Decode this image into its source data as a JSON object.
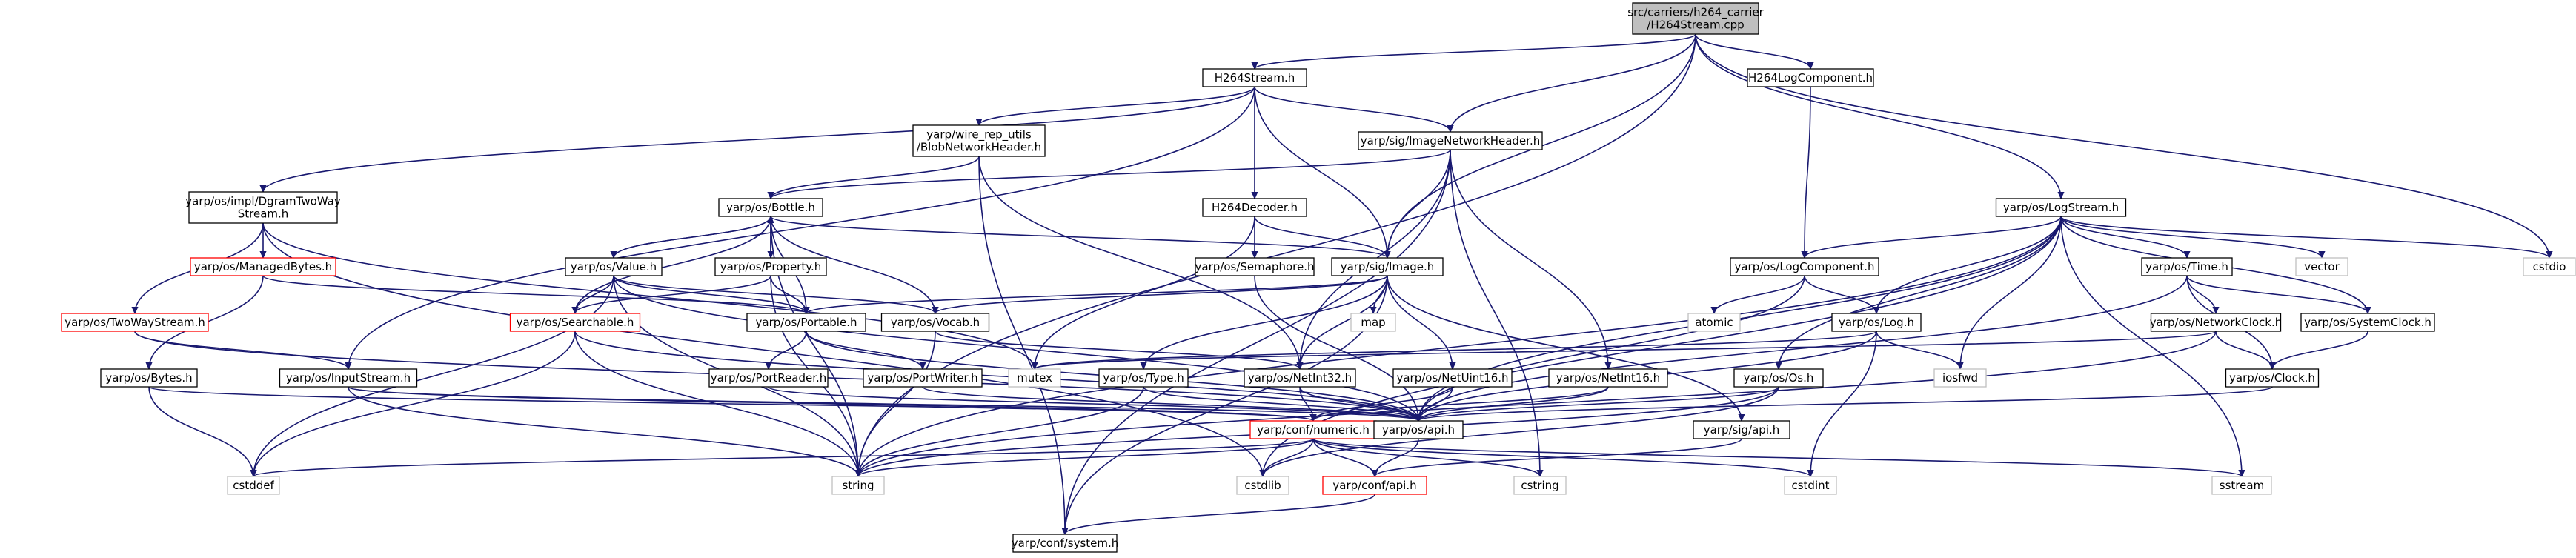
{
  "diagram": {
    "colors": {
      "edge": "#191970",
      "node_border": "#000000",
      "node_border_incomplete": "#ff0000",
      "node_border_external": "#bfbfbf",
      "root_fill": "#bfbfbf",
      "node_fill": "#ffffff",
      "text": "#000000"
    },
    "nodes": [
      {
        "id": "root",
        "lines": [
          "src/carriers/h264_carrier",
          "/H264Stream.cpp"
        ],
        "kind": "root"
      },
      {
        "id": "h264stream",
        "lines": [
          "H264Stream.h"
        ],
        "kind": "normal"
      },
      {
        "id": "h264logcomp",
        "lines": [
          "H264LogComponent.h"
        ],
        "kind": "normal"
      },
      {
        "id": "blobnet",
        "lines": [
          "yarp/wire_rep_utils",
          "/BlobNetworkHeader.h"
        ],
        "kind": "normal"
      },
      {
        "id": "imgnet",
        "lines": [
          "yarp/sig/ImageNetworkHeader.h"
        ],
        "kind": "normal"
      },
      {
        "id": "dgram",
        "lines": [
          "yarp/os/impl/DgramTwoWay",
          "Stream.h"
        ],
        "kind": "normal"
      },
      {
        "id": "bottle",
        "lines": [
          "yarp/os/Bottle.h"
        ],
        "kind": "normal"
      },
      {
        "id": "h264dec",
        "lines": [
          "H264Decoder.h"
        ],
        "kind": "normal"
      },
      {
        "id": "logstream",
        "lines": [
          "yarp/os/LogStream.h"
        ],
        "kind": "normal"
      },
      {
        "id": "cstdio",
        "lines": [
          "cstdio"
        ],
        "kind": "external"
      },
      {
        "id": "managed",
        "lines": [
          "yarp/os/ManagedBytes.h"
        ],
        "kind": "incomplete"
      },
      {
        "id": "value",
        "lines": [
          "yarp/os/Value.h"
        ],
        "kind": "normal"
      },
      {
        "id": "property",
        "lines": [
          "yarp/os/Property.h"
        ],
        "kind": "normal"
      },
      {
        "id": "semaphore",
        "lines": [
          "yarp/os/Semaphore.h"
        ],
        "kind": "normal"
      },
      {
        "id": "image",
        "lines": [
          "yarp/sig/Image.h"
        ],
        "kind": "normal"
      },
      {
        "id": "logcomp",
        "lines": [
          "yarp/os/LogComponent.h"
        ],
        "kind": "normal"
      },
      {
        "id": "time",
        "lines": [
          "yarp/os/Time.h"
        ],
        "kind": "normal"
      },
      {
        "id": "vector",
        "lines": [
          "vector"
        ],
        "kind": "external"
      },
      {
        "id": "twoway",
        "lines": [
          "yarp/os/TwoWayStream.h"
        ],
        "kind": "incomplete"
      },
      {
        "id": "searchable",
        "lines": [
          "yarp/os/Searchable.h"
        ],
        "kind": "incomplete"
      },
      {
        "id": "portable",
        "lines": [
          "yarp/os/Portable.h"
        ],
        "kind": "normal"
      },
      {
        "id": "vocab",
        "lines": [
          "yarp/os/Vocab.h"
        ],
        "kind": "normal"
      },
      {
        "id": "map",
        "lines": [
          "map"
        ],
        "kind": "external"
      },
      {
        "id": "atomic",
        "lines": [
          "atomic"
        ],
        "kind": "external"
      },
      {
        "id": "log",
        "lines": [
          "yarp/os/Log.h"
        ],
        "kind": "normal"
      },
      {
        "id": "netclock",
        "lines": [
          "yarp/os/NetworkClock.h"
        ],
        "kind": "normal"
      },
      {
        "id": "sysclock",
        "lines": [
          "yarp/os/SystemClock.h"
        ],
        "kind": "normal"
      },
      {
        "id": "bytes",
        "lines": [
          "yarp/os/Bytes.h"
        ],
        "kind": "normal"
      },
      {
        "id": "inputstream",
        "lines": [
          "yarp/os/InputStream.h"
        ],
        "kind": "normal"
      },
      {
        "id": "portreader",
        "lines": [
          "yarp/os/PortReader.h"
        ],
        "kind": "normal"
      },
      {
        "id": "portwriter",
        "lines": [
          "yarp/os/PortWriter.h"
        ],
        "kind": "normal"
      },
      {
        "id": "mutex",
        "lines": [
          "mutex"
        ],
        "kind": "external"
      },
      {
        "id": "type",
        "lines": [
          "yarp/os/Type.h"
        ],
        "kind": "normal"
      },
      {
        "id": "netint32",
        "lines": [
          "yarp/os/NetInt32.h"
        ],
        "kind": "normal"
      },
      {
        "id": "netuint16",
        "lines": [
          "yarp/os/NetUint16.h"
        ],
        "kind": "normal"
      },
      {
        "id": "netint16",
        "lines": [
          "yarp/os/NetInt16.h"
        ],
        "kind": "normal"
      },
      {
        "id": "os",
        "lines": [
          "yarp/os/Os.h"
        ],
        "kind": "normal"
      },
      {
        "id": "iosfwd",
        "lines": [
          "iosfwd"
        ],
        "kind": "external"
      },
      {
        "id": "clock",
        "lines": [
          "yarp/os/Clock.h"
        ],
        "kind": "normal"
      },
      {
        "id": "cstdio2",
        "lines": [
          "cstdio"
        ],
        "kind": "hidden"
      },
      {
        "id": "confnumeric",
        "lines": [
          "yarp/conf/numeric.h"
        ],
        "kind": "incomplete"
      },
      {
        "id": "osapi",
        "lines": [
          "yarp/os/api.h"
        ],
        "kind": "normal"
      },
      {
        "id": "sigapi",
        "lines": [
          "yarp/sig/api.h"
        ],
        "kind": "normal"
      },
      {
        "id": "cstddef",
        "lines": [
          "cstddef"
        ],
        "kind": "external"
      },
      {
        "id": "string",
        "lines": [
          "string"
        ],
        "kind": "external"
      },
      {
        "id": "cstdlib",
        "lines": [
          "cstdlib"
        ],
        "kind": "external"
      },
      {
        "id": "confapi",
        "lines": [
          "yarp/conf/api.h"
        ],
        "kind": "incomplete"
      },
      {
        "id": "cstring",
        "lines": [
          "cstring"
        ],
        "kind": "external"
      },
      {
        "id": "cstdint",
        "lines": [
          "cstdint"
        ],
        "kind": "external"
      },
      {
        "id": "sstream",
        "lines": [
          "sstream"
        ],
        "kind": "external"
      },
      {
        "id": "confsystem",
        "lines": [
          "yarp/conf/system.h"
        ],
        "kind": "normal"
      }
    ],
    "edges": [
      [
        "root",
        "h264stream"
      ],
      [
        "root",
        "h264logcomp"
      ],
      [
        "root",
        "imgnet"
      ],
      [
        "root",
        "image"
      ],
      [
        "root",
        "logstream"
      ],
      [
        "root",
        "cstdio"
      ],
      [
        "root",
        "string"
      ],
      [
        "h264stream",
        "blobnet"
      ],
      [
        "h264stream",
        "imgnet"
      ],
      [
        "h264stream",
        "dgram"
      ],
      [
        "h264stream",
        "h264dec"
      ],
      [
        "h264stream",
        "image"
      ],
      [
        "h264stream",
        "inputstream"
      ],
      [
        "h264logcomp",
        "logcomp"
      ],
      [
        "blobnet",
        "bottle"
      ],
      [
        "blobnet",
        "netint32"
      ],
      [
        "blobnet",
        "confsystem"
      ],
      [
        "imgnet",
        "bottle"
      ],
      [
        "imgnet",
        "image"
      ],
      [
        "imgnet",
        "netint32"
      ],
      [
        "imgnet",
        "netint16"
      ],
      [
        "imgnet",
        "cstring"
      ],
      [
        "imgnet",
        "confsystem"
      ],
      [
        "dgram",
        "managed"
      ],
      [
        "dgram",
        "twoway"
      ],
      [
        "dgram",
        "mutex"
      ],
      [
        "dgram",
        "cstdlib"
      ],
      [
        "bottle",
        "value"
      ],
      [
        "bottle",
        "property"
      ],
      [
        "bottle",
        "searchable"
      ],
      [
        "bottle",
        "portable"
      ],
      [
        "bottle",
        "vocab"
      ],
      [
        "bottle",
        "string"
      ],
      [
        "h264dec",
        "semaphore"
      ],
      [
        "h264dec",
        "image"
      ],
      [
        "h264dec",
        "mutex"
      ],
      [
        "logstream",
        "logcomp"
      ],
      [
        "logstream",
        "time"
      ],
      [
        "logstream",
        "vector"
      ],
      [
        "logstream",
        "log"
      ],
      [
        "logstream",
        "os"
      ],
      [
        "logstream",
        "iosfwd"
      ],
      [
        "logstream",
        "sysclock"
      ],
      [
        "logstream",
        "cstdio"
      ],
      [
        "logstream",
        "string"
      ],
      [
        "logstream",
        "sstream"
      ],
      [
        "logstream",
        "osapi"
      ],
      [
        "logstream",
        "cstdlib"
      ],
      [
        "managed",
        "bytes"
      ],
      [
        "managed",
        "portable"
      ],
      [
        "value",
        "bottle"
      ],
      [
        "value",
        "searchable"
      ],
      [
        "value",
        "portable"
      ],
      [
        "value",
        "vocab"
      ],
      [
        "value",
        "osapi"
      ],
      [
        "value",
        "cstddef"
      ],
      [
        "value",
        "string"
      ],
      [
        "property",
        "bottle"
      ],
      [
        "property",
        "searchable"
      ],
      [
        "property",
        "portable"
      ],
      [
        "property",
        "string"
      ],
      [
        "semaphore",
        "osapi"
      ],
      [
        "image",
        "portable"
      ],
      [
        "image",
        "vocab"
      ],
      [
        "image",
        "type"
      ],
      [
        "image",
        "netint32"
      ],
      [
        "image",
        "netuint16"
      ],
      [
        "image",
        "map"
      ],
      [
        "image",
        "sigapi"
      ],
      [
        "image",
        "confsystem"
      ],
      [
        "image",
        "bottle"
      ],
      [
        "logcomp",
        "atomic"
      ],
      [
        "logcomp",
        "log"
      ],
      [
        "logcomp",
        "osapi"
      ],
      [
        "time",
        "netclock"
      ],
      [
        "time",
        "sysclock"
      ],
      [
        "time",
        "clock"
      ],
      [
        "time",
        "osapi"
      ],
      [
        "twoway",
        "inputstream"
      ],
      [
        "twoway",
        "osapi"
      ],
      [
        "searchable",
        "osapi"
      ],
      [
        "searchable",
        "cstddef"
      ],
      [
        "searchable",
        "string"
      ],
      [
        "portable",
        "portreader"
      ],
      [
        "portable",
        "portwriter"
      ],
      [
        "portable",
        "osapi"
      ],
      [
        "vocab",
        "netint32"
      ],
      [
        "vocab",
        "string"
      ],
      [
        "log",
        "mutex"
      ],
      [
        "log",
        "iosfwd"
      ],
      [
        "log",
        "cstdint"
      ],
      [
        "log",
        "osapi"
      ],
      [
        "netclock",
        "clock"
      ],
      [
        "netclock",
        "mutex"
      ],
      [
        "netclock",
        "string"
      ],
      [
        "sysclock",
        "clock"
      ],
      [
        "bytes",
        "confnumeric"
      ],
      [
        "bytes",
        "cstddef"
      ],
      [
        "inputstream",
        "confnumeric"
      ],
      [
        "inputstream",
        "string"
      ],
      [
        "inputstream",
        "osapi"
      ],
      [
        "portreader",
        "osapi"
      ],
      [
        "portwriter",
        "osapi"
      ],
      [
        "type",
        "osapi"
      ],
      [
        "type",
        "string"
      ],
      [
        "netint32",
        "confnumeric"
      ],
      [
        "netint32",
        "osapi"
      ],
      [
        "netuint16",
        "confnumeric"
      ],
      [
        "netuint16",
        "osapi"
      ],
      [
        "netint16",
        "confnumeric"
      ],
      [
        "netint16",
        "osapi"
      ],
      [
        "os",
        "osapi"
      ],
      [
        "os",
        "string"
      ],
      [
        "os",
        "cstdlib"
      ],
      [
        "clock",
        "osapi"
      ],
      [
        "confnumeric",
        "cstddef"
      ],
      [
        "confnumeric",
        "string"
      ],
      [
        "confnumeric",
        "cstdlib"
      ],
      [
        "confnumeric",
        "confapi"
      ],
      [
        "confnumeric",
        "cstring"
      ],
      [
        "confnumeric",
        "cstdint"
      ],
      [
        "confnumeric",
        "sstream"
      ],
      [
        "osapi",
        "confapi"
      ],
      [
        "sigapi",
        "confapi"
      ],
      [
        "confapi",
        "confsystem"
      ]
    ]
  }
}
